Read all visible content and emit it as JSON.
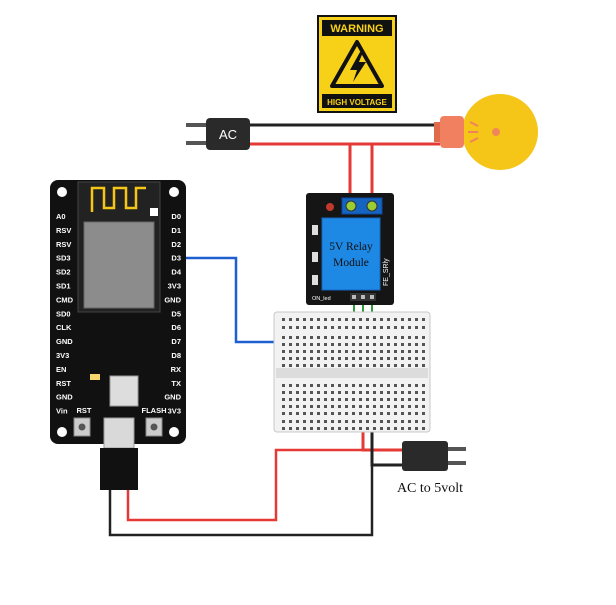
{
  "warning_sign": {
    "title": "WARNING",
    "subtitle": "HIGH VOLTAGE",
    "icon": "lightning-bolt-icon",
    "color_yellow": "#f7d117",
    "color_black": "#111111"
  },
  "ac_plug": {
    "label": "AC"
  },
  "bulb": {
    "icon": "light-bulb-icon",
    "color": "#f5c518",
    "base_color": "#f08060"
  },
  "relay": {
    "label_line1": "5V Relay",
    "label_line2": "Module",
    "side_label": "FE_SRly",
    "led_label": "ON_led",
    "color": "#1e88e5"
  },
  "nodemcu": {
    "left_pins": [
      "A0",
      "RSV",
      "RSV",
      "SD3",
      "SD2",
      "SD1",
      "CMD",
      "SD0",
      "CLK",
      "GND",
      "3V3",
      "EN",
      "RST",
      "GND",
      "Vin"
    ],
    "right_pins": [
      "D0",
      "D1",
      "D2",
      "D3",
      "D4",
      "3V3",
      "GND",
      "D5",
      "D6",
      "D7",
      "D8",
      "RX",
      "TX",
      "GND",
      "3V3"
    ],
    "rst_label": "RST",
    "flash_label": "FLASH"
  },
  "adapter": {
    "label": "AC to 5volt"
  },
  "wire_colors": {
    "red": "#e53935",
    "black": "#222222",
    "blue": "#1e5fd0",
    "green": "#2e9d3a"
  }
}
